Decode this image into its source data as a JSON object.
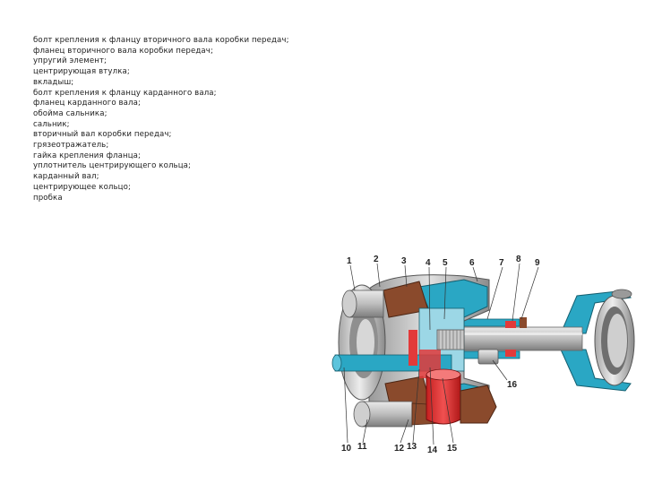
{
  "legend": {
    "items": [
      "болт крепления к фланцу вторичного вала коробки передач;",
      "фланец вторичного вала коробки передач;",
      "упругий элемент;",
      "центрирующая втулка;",
      "вкладыш;",
      "болт крепления к фланцу карданного вала;",
      "фланец карданного вала;",
      "обойма сальника;",
      "сальник;",
      "вторичный вал коробки передач;",
      "грязеотражатель;",
      "гайка крепления фланца;",
      "уплотнитель центрирующего кольца;",
      "карданный вал;",
      "центрирующее кольцо;",
      "пробка"
    ]
  },
  "figure": {
    "callouts": [
      "1",
      "2",
      "3",
      "4",
      "5",
      "6",
      "7",
      "8",
      "9",
      "10",
      "11",
      "12",
      "13",
      "14",
      "15",
      "16"
    ]
  },
  "colors": {
    "accent": "#2aa7c4",
    "metal": "#b9b9b9",
    "rubber": "#8a4a2c",
    "cut": "#e23a3a"
  }
}
